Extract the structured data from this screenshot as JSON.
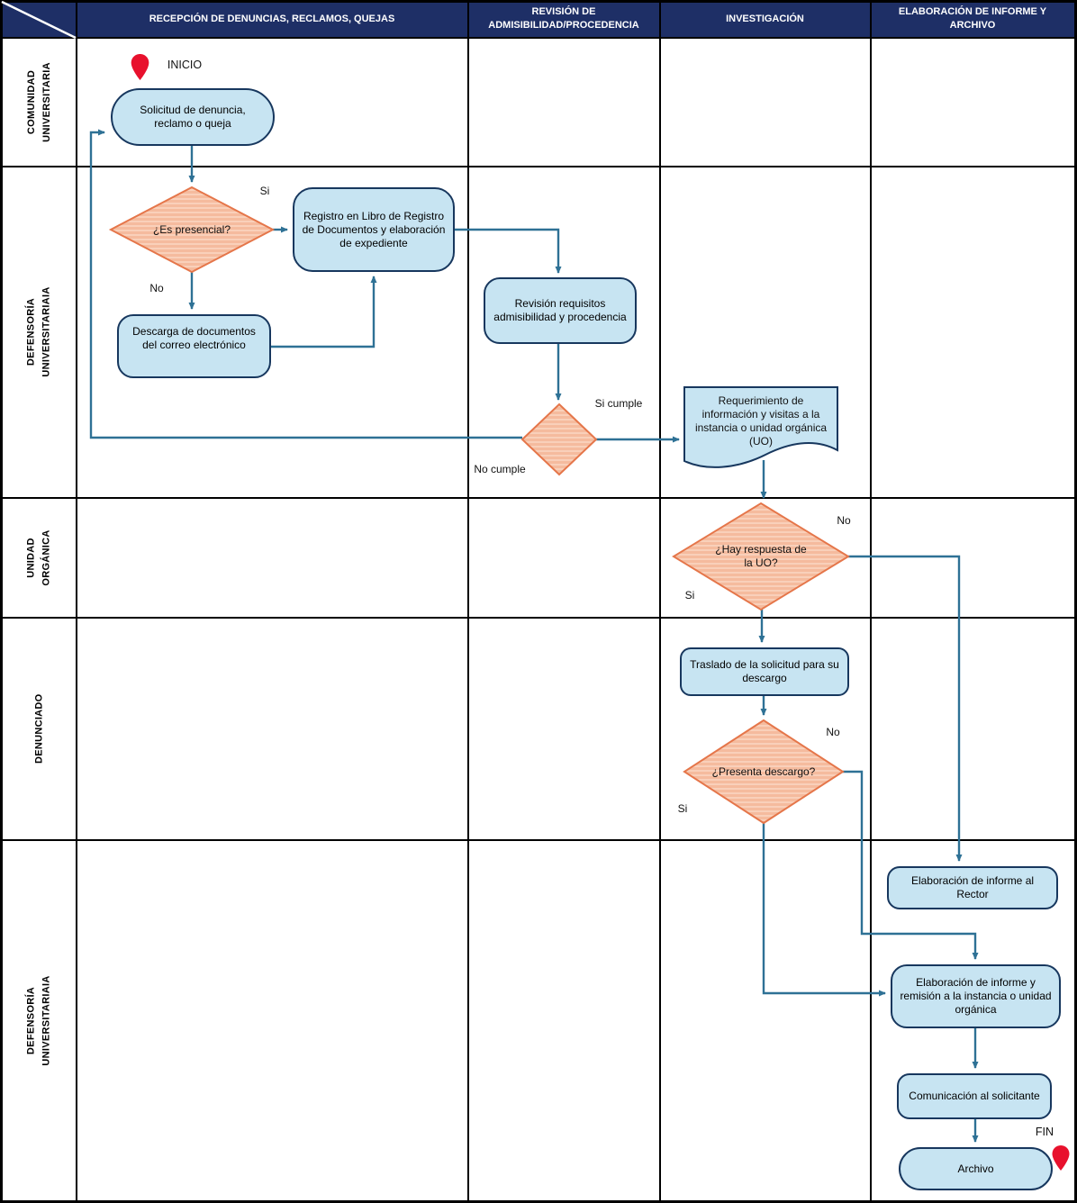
{
  "header": {
    "columns": [
      "RECEPCIÓN DE DENUNCIAS, RECLAMOS, QUEJAS",
      "REVISIÓN DE\nADMISIBILIDAD/PROCEDENCIA",
      "INVESTIGACIÓN",
      "ELABORACIÓN DE INFORME Y\nARCHIVO"
    ]
  },
  "lanes": [
    "COMUNIDAD\nUNIVERSITARIA",
    "DEFENSORÍA\nUNIVERSITARIAIA",
    "UNIDAD\nORGÁNICA",
    "DENUNCIADO",
    "DEFENSORÍA\nUNIVERSITARIAIA"
  ],
  "nodes": {
    "start": "INICIO",
    "solicitud": "Solicitud de denuncia, reclamo o queja",
    "es_presencial": "¿Es presencial?",
    "registro": "Registro en Libro de Registro de Documentos y elaboración de expediente",
    "descarga": "Descarga de documentos del correo electrónico",
    "revision": "Revisión requisitos admisibilidad y procedencia",
    "requerimiento": "Requerimiento de información y visitas a la instancia o unidad orgánica (UO)",
    "hay_respuesta": "¿Hay respuesta de la UO?",
    "traslado": "Traslado de la solicitud para su descargo",
    "presenta_descargo": "¿Presenta descargo?",
    "informe_rector": "Elaboración de informe al Rector",
    "informe_remision": "Elaboración de informe y remisión a la instancia o unidad orgánica",
    "comunicacion": "Comunicación al solicitante",
    "archivo": "Archivo",
    "fin": "FIN"
  },
  "edge_labels": {
    "es_presencial_si": "Si",
    "es_presencial_no": "No",
    "cumple_si": "Si cumple",
    "cumple_no": "No cumple",
    "hay_respuesta_no": "No",
    "hay_respuesta_si": "Si",
    "presenta_no": "No",
    "presenta_si": "Si"
  },
  "colors": {
    "header_bg": "#1e2f66",
    "process_fill": "#c7e4f2",
    "process_border": "#17375e",
    "decision_fill": "#f5bb9e",
    "decision_border": "#e5764a",
    "connector": "#2e7195",
    "pin_red": "#e8112d",
    "grid": "#000000"
  }
}
